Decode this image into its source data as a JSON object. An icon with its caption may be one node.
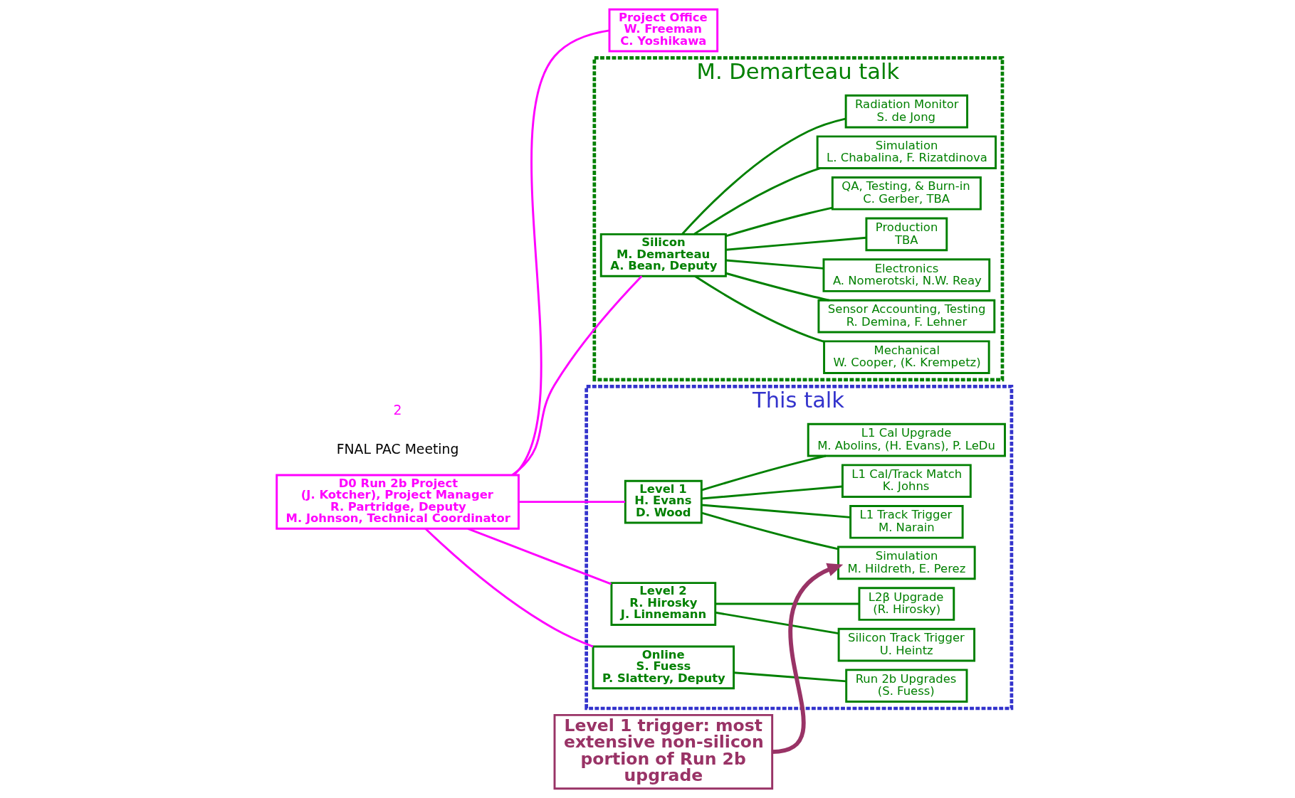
{
  "diagram": {
    "nodes": [
      {
        "text": [
          "D0 Run 2b Project",
          "(J. Kotcher), Project Manager",
          "R. Partridge, Deputy",
          "M. Johnson, Technical Coordinator"
        ]
      },
      {
        "text": [
          "Project Office",
          "W. Freeman",
          "C. Yoshikawa"
        ]
      },
      {
        "text": [
          "M. Demarteau talk"
        ]
      },
      {
        "text": [
          "Silicon",
          "M. Demarteau",
          "A. Bean, Deputy"
        ],
        "in": 2
      },
      {
        "text": [
          "Mechanical",
          "W. Cooper, (K. Krempetz)"
        ],
        "in": 2
      },
      {
        "text": [
          "Sensor Accounting, Testing",
          "R. Demina, F. Lehner"
        ],
        "in": 2
      },
      {
        "text": [
          "Electronics",
          "A. Nomerotski, N.W. Reay"
        ],
        "in": 2
      },
      {
        "text": [
          "Production",
          "TBA"
        ],
        "in": 2
      },
      {
        "text": [
          "QA, Testing, & Burn-in",
          "C. Gerber, TBA"
        ],
        "in": 2
      },
      {
        "text": [
          "Simulation",
          "L. Chabalina, F. Rizatdinova"
        ],
        "in": 2
      },
      {
        "text": [
          "Radiation Monitor",
          "S. de Jong"
        ],
        "in": 2
      },
      {
        "text": [
          "This talk"
        ]
      },
      {
        "text": [
          "Level 1",
          "H. Evans",
          "D. Wood"
        ],
        "in": 11
      },
      {
        "text": [
          "L1 Cal Upgrade",
          "M. Abolins, (H. Evans), P. LeDu"
        ],
        "in": 11
      },
      {
        "text": [
          "L1 Track Trigger",
          "M. Narain"
        ],
        "in": 11
      },
      {
        "text": [
          "L1 Cal/Track Match",
          "K. Johns"
        ],
        "in": 11
      },
      {
        "text": [
          "Simulation",
          "M. Hildreth, E. Perez"
        ],
        "in": 11
      },
      {
        "text": [
          "Level 2",
          "R. Hirosky",
          "J. Linnemann"
        ],
        "in": 11
      },
      {
        "text": [
          "L2β Upgrade",
          "(R. Hirosky)"
        ],
        "in": 11
      },
      {
        "text": [
          "Silicon Track Trigger",
          "U. Heintz"
        ],
        "in": 11
      },
      {
        "text": [
          "Online",
          "S. Fuess",
          "P. Slattery, Deputy"
        ],
        "in": 11
      },
      {
        "text": [
          "Run 2b Upgrades",
          "(S. Fuess)"
        ],
        "in": 11
      },
      {
        "text": [
          "Level 1 trigger: most extensive non-silicon portion of Run 2b upgrade"
        ]
      }
    ],
    "edges": [
      {
        "from": 0,
        "to": 1,
        "arrow": "none",
        "color": "#ff00ff"
      },
      {
        "from": 0,
        "to": 3,
        "arrow": "none",
        "color": "#ff00ff"
      },
      {
        "from": 0,
        "to": 12,
        "arrow": "none",
        "color": "#ff00ff"
      },
      {
        "from": 0,
        "to": 17,
        "arrow": "none",
        "color": "#ff00ff"
      },
      {
        "from": 0,
        "to": 20,
        "arrow": "none",
        "color": "#ff00ff"
      },
      {
        "from": 3,
        "to": 4,
        "arrow": "none"
      },
      {
        "from": 3,
        "to": 5,
        "arrow": "none"
      },
      {
        "from": 3,
        "to": 6,
        "arrow": "none"
      },
      {
        "from": 3,
        "to": 7,
        "arrow": "none"
      },
      {
        "from": 3,
        "to": 8,
        "arrow": "none"
      },
      {
        "from": 3,
        "to": 9,
        "arrow": "none"
      },
      {
        "from": 3,
        "to": 10,
        "arrow": "none"
      },
      {
        "from": 12,
        "to": 13,
        "arrow": "none"
      },
      {
        "from": 12,
        "to": 14,
        "arrow": "none"
      },
      {
        "from": 12,
        "to": 15,
        "arrow": "none"
      },
      {
        "from": 12,
        "to": 16,
        "arrow": "none"
      },
      {
        "from": 17,
        "to": 18,
        "arrow": "none"
      },
      {
        "from": 17,
        "to": 19,
        "arrow": "none"
      },
      {
        "from": 20,
        "to": 21,
        "arrow": "none"
      },
      {
        "from": 22,
        "to": 16,
        "arrow": "to",
        "style": "thick",
        "color": "#993366"
      }
    ],
    "labels": [
      "FNAL PAC Meeting",
      "2"
    ]
  }
}
